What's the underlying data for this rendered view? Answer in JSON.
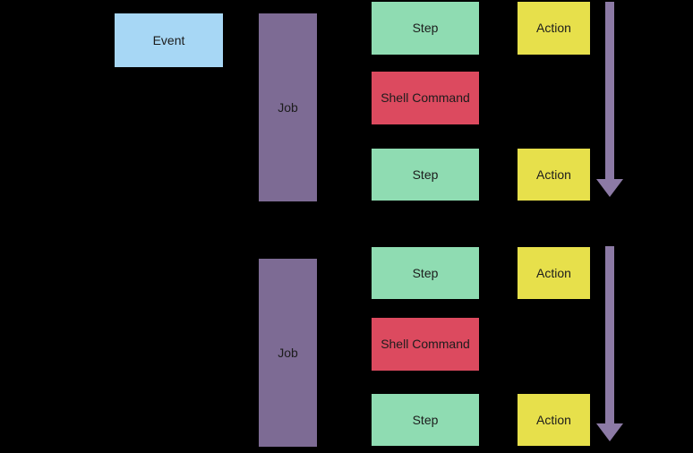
{
  "diagram": {
    "colors": {
      "background": "#000000",
      "text": "#1c1c1c",
      "event_fill": "#a7d7f5",
      "job_fill": "#7d6b94",
      "step_fill": "#8fdcb2",
      "shell_fill": "#dc4a5f",
      "action_fill": "#e7e04b",
      "arrow": "#8c7aa5"
    },
    "event": {
      "label": "Event"
    },
    "jobs": [
      {
        "label": "Job",
        "rows": [
          {
            "type": "step",
            "label": "Step",
            "action": "Action"
          },
          {
            "type": "shell_command",
            "label": "Shell Command"
          },
          {
            "type": "step",
            "label": "Step",
            "action": "Action"
          }
        ]
      },
      {
        "label": "Job",
        "rows": [
          {
            "type": "step",
            "label": "Step",
            "action": "Action"
          },
          {
            "type": "shell_command",
            "label": "Shell Command"
          },
          {
            "type": "step",
            "label": "Step",
            "action": "Action"
          }
        ]
      }
    ],
    "icons": {
      "flow_arrow": "down-arrow"
    }
  }
}
